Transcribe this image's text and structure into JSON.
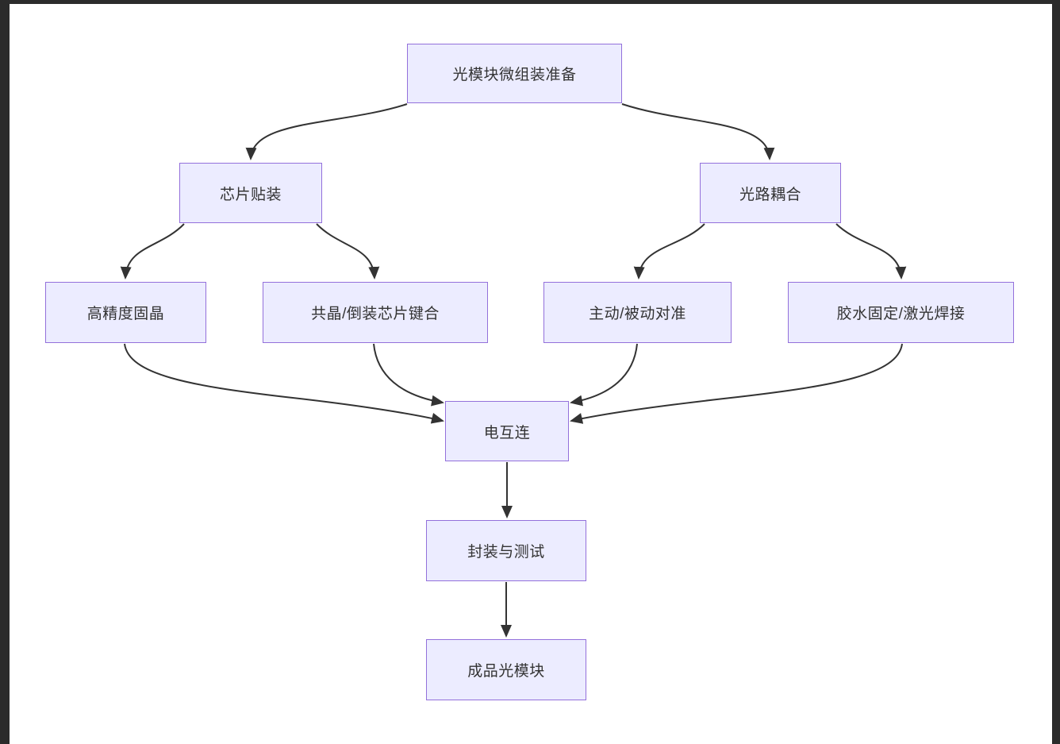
{
  "frame": {
    "color": "#2b2b2b"
  },
  "diagram": {
    "type": "flowchart",
    "direction": "top-down",
    "background": "#ffffff",
    "node_fill": "#ECECFF",
    "node_border_color": "#9370DB",
    "text_color": "#333333",
    "edge_color": "#333333",
    "nodes": [
      {
        "id": "prep",
        "label": "光模块微组装准备"
      },
      {
        "id": "die-attach",
        "label": "芯片贴装"
      },
      {
        "id": "optical-coupling",
        "label": "光路耦合"
      },
      {
        "id": "precision-die-bond",
        "label": "高精度固晶"
      },
      {
        "id": "eutectic-flip-chip",
        "label": "共晶/倒装芯片键合"
      },
      {
        "id": "active-passive",
        "label": "主动/被动对准"
      },
      {
        "id": "glue-laser-weld",
        "label": "胶水固定/激光焊接"
      },
      {
        "id": "electrical-interconnect",
        "label": "电互连"
      },
      {
        "id": "package-test",
        "label": "封装与测试"
      },
      {
        "id": "finished-module",
        "label": "成品光模块"
      }
    ],
    "edges": [
      {
        "from": "光模块微组装准备",
        "to": "芯片贴装"
      },
      {
        "from": "光模块微组装准备",
        "to": "光路耦合"
      },
      {
        "from": "芯片贴装",
        "to": "高精度固晶"
      },
      {
        "from": "芯片贴装",
        "to": "共晶/倒装芯片键合"
      },
      {
        "from": "光路耦合",
        "to": "主动/被动对准"
      },
      {
        "from": "光路耦合",
        "to": "胶水固定/激光焊接"
      },
      {
        "from": "高精度固晶",
        "to": "电互连"
      },
      {
        "from": "共晶/倒装芯片键合",
        "to": "电互连"
      },
      {
        "from": "主动/被动对准",
        "to": "电互连"
      },
      {
        "from": "胶水固定/激光焊接",
        "to": "电互连"
      },
      {
        "from": "电互连",
        "to": "封装与测试"
      },
      {
        "from": "封装与测试",
        "to": "成品光模块"
      }
    ]
  }
}
